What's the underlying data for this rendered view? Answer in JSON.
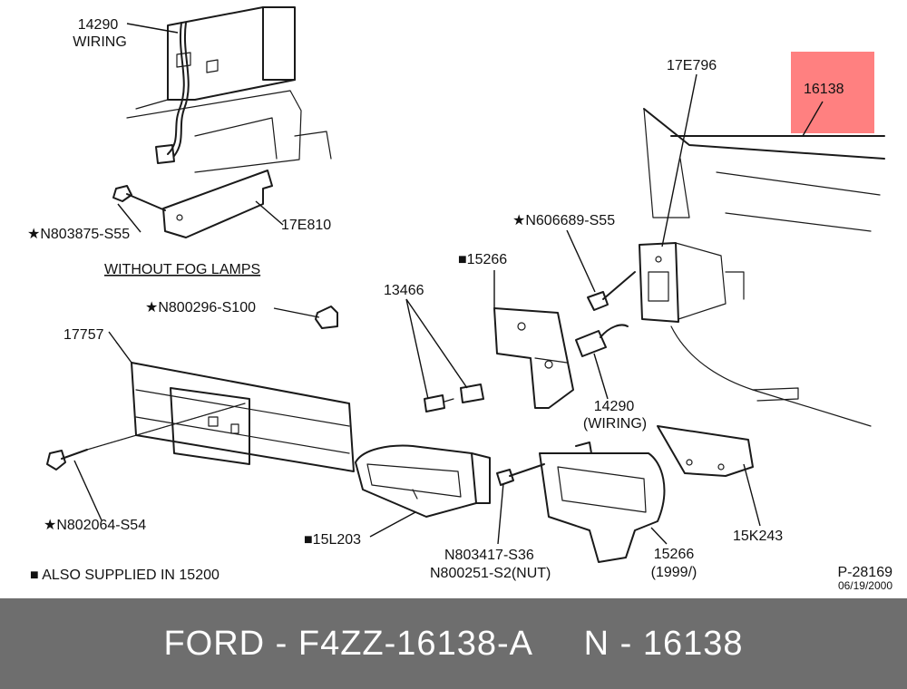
{
  "callouts": {
    "wiring_top_num": "14290",
    "wiring_top_word": "WIRING",
    "n803875": "★N803875-S55",
    "p17e810": "17E810",
    "without_fog": "WITHOUT FOG LAMPS",
    "n800296": "★N800296-S100",
    "p17757": "17757",
    "n802064": "★N802064-S54",
    "p13466": "13466",
    "p15266a": "■15266",
    "n606689": "★N606689-S55",
    "p17e796": "17E796",
    "p16138": "16138",
    "wiring_mid_num": "14290",
    "wiring_mid_word": "(WIRING)",
    "p15l203": "■15L203",
    "n803417": "N803417-S36",
    "n800251": "N800251-S2(NUT)",
    "p15266b": "15266",
    "p15266b_year": "(1999/)",
    "p15k243": "15K243",
    "also_supplied": "■  ALSO SUPPLIED IN 15200",
    "drawing_no": "P-28169",
    "drawing_date": "06/19/2000"
  },
  "highlight_color": "#ff8080",
  "footer": {
    "text": "FORD - F4ZZ-16138-A     N - 16138"
  }
}
